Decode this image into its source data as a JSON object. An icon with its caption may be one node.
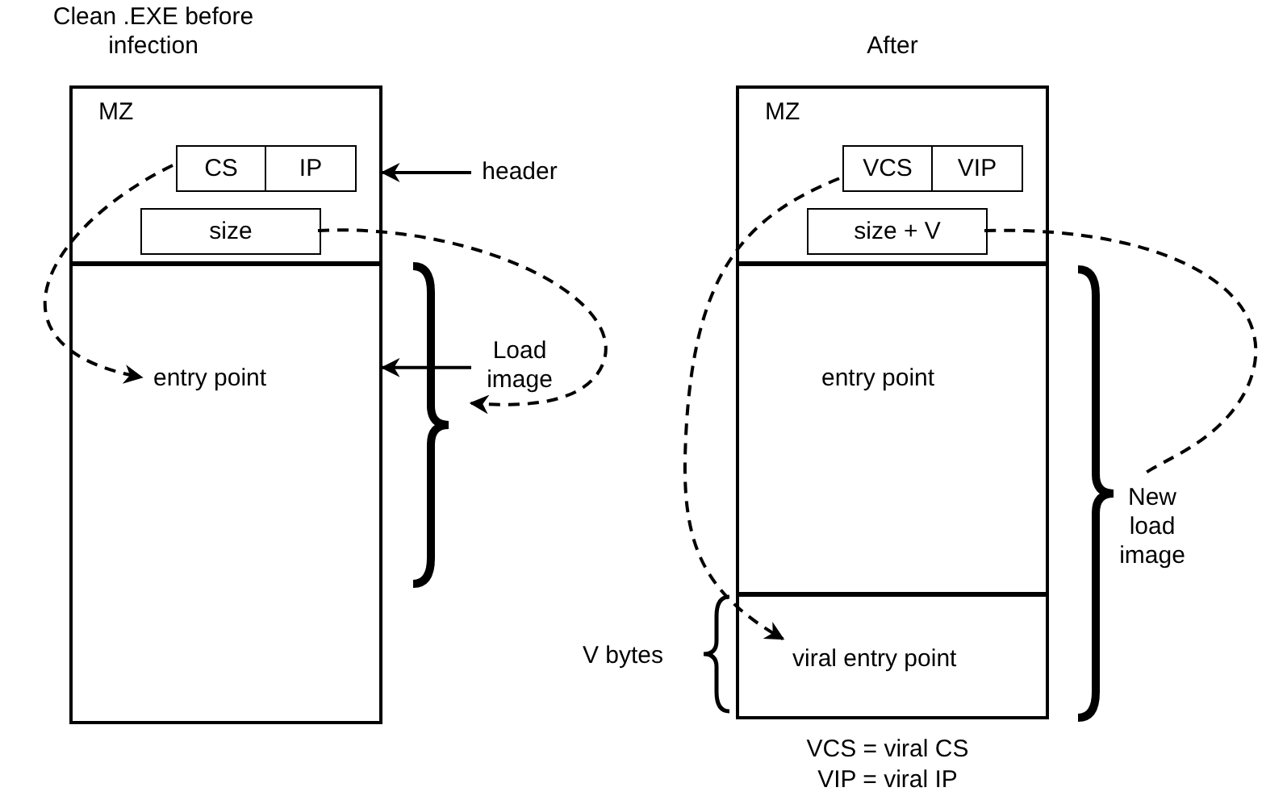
{
  "diagram": {
    "nodes": [
      {
        "text": [
          "MZ"
        ]
      },
      {
        "text": [
          "CS"
        ],
        "in": 0
      },
      {
        "text": [
          "IP"
        ],
        "in": 0
      },
      {
        "text": [
          "size"
        ],
        "in": 0
      },
      {
        "text": [
          "entry point"
        ]
      },
      {
        "text": [
          "header"
        ]
      },
      {
        "text": [
          "Load image"
        ]
      },
      {
        "text": [
          "MZ"
        ]
      },
      {
        "text": [
          "VCS"
        ],
        "in": 7
      },
      {
        "text": [
          "VIP"
        ],
        "in": 7
      },
      {
        "text": [
          "size + V"
        ],
        "in": 7
      },
      {
        "text": [
          "entry point"
        ]
      },
      {
        "text": [
          "viral entry point"
        ]
      },
      {
        "text": [
          "New load image"
        ]
      },
      {
        "text": [
          "V bytes"
        ]
      }
    ],
    "edges": [
      {
        "from": 5,
        "to": 0,
        "arrow": "to"
      },
      {
        "from": 6,
        "to": 4,
        "arrow": "to"
      },
      {
        "from": 1,
        "to": 4,
        "arrow": "to",
        "style": "dashed"
      },
      {
        "from": 3,
        "to": 6,
        "arrow": "to",
        "style": "dashed"
      },
      {
        "from": 8,
        "to": 12,
        "arrow": "to",
        "style": "dashed"
      },
      {
        "from": 10,
        "to": 13,
        "arrow": "none",
        "style": "dashed"
      }
    ],
    "labels": [
      "Clean .EXE before infection",
      "After",
      "VCS = viral CS",
      "VIP = viral IP"
    ]
  }
}
